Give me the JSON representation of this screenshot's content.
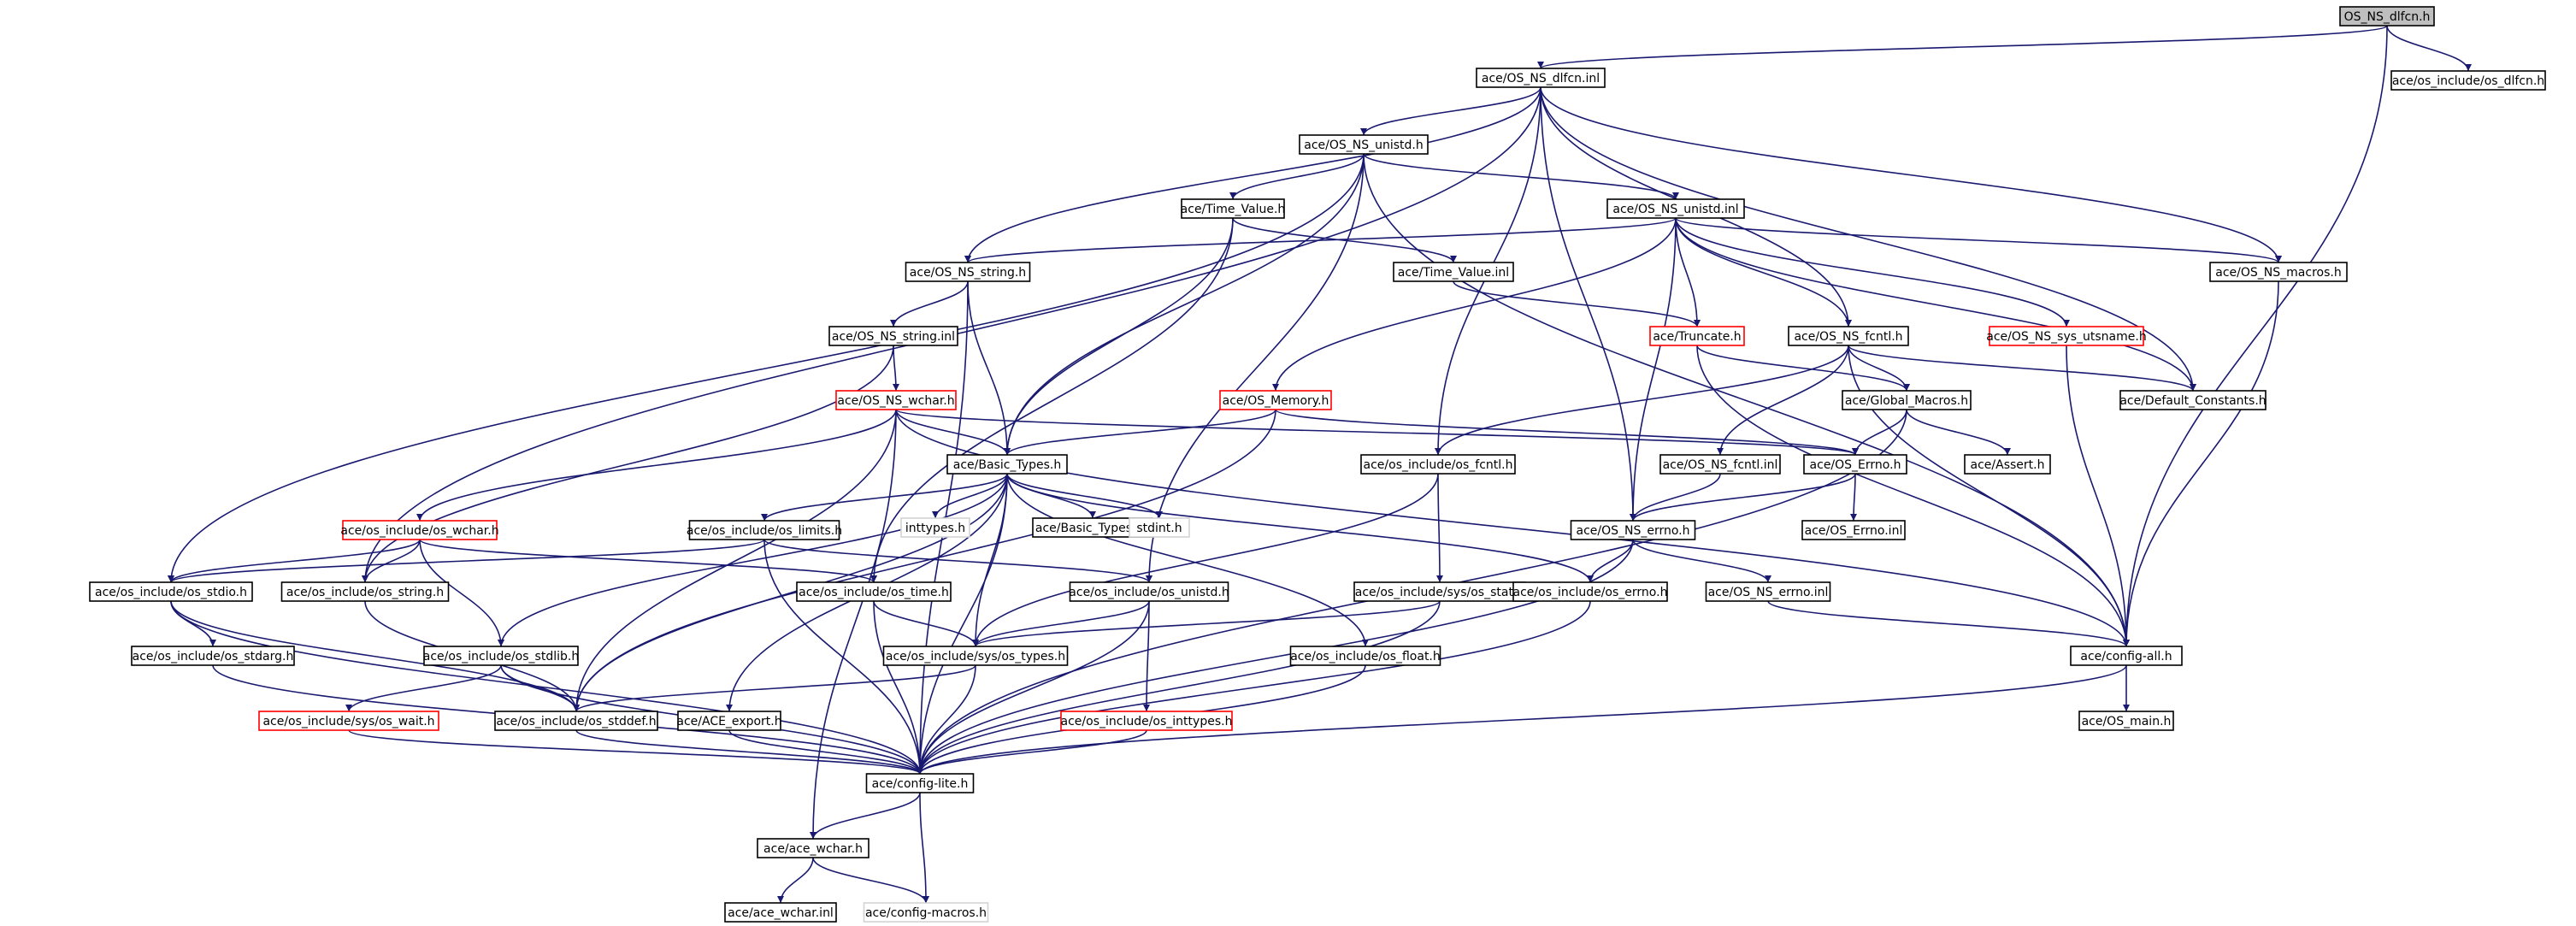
{
  "colors": {
    "edge": "#191970",
    "root_fill": "#bfbfbf",
    "root_border": "#000000",
    "normal_border": "#000000",
    "red_border": "#ff0000",
    "missing_border": "#d3d3d3",
    "missing_text": "#808080",
    "background": "#ffffff"
  },
  "nodes": [
    {
      "id": "root",
      "label": "OS_NS_dlfcn.h",
      "style": "root"
    },
    {
      "id": "dlfcn_inl",
      "label": "ace/OS_NS_dlfcn.inl",
      "style": "normal"
    },
    {
      "id": "os_dlfcn",
      "label": "ace/os_include/os_dlfcn.h",
      "style": "normal"
    },
    {
      "id": "unistd_h",
      "label": "ace/OS_NS_unistd.h",
      "style": "normal"
    },
    {
      "id": "timeval_h",
      "label": "ace/Time_Value.h",
      "style": "normal"
    },
    {
      "id": "unistd_inl",
      "label": "ace/OS_NS_unistd.inl",
      "style": "normal"
    },
    {
      "id": "string_h",
      "label": "ace/OS_NS_string.h",
      "style": "normal"
    },
    {
      "id": "timeval_inl",
      "label": "ace/Time_Value.inl",
      "style": "normal"
    },
    {
      "id": "macros_h",
      "label": "ace/OS_NS_macros.h",
      "style": "normal"
    },
    {
      "id": "string_inl",
      "label": "ace/OS_NS_string.inl",
      "style": "normal"
    },
    {
      "id": "truncate_h",
      "label": "ace/Truncate.h",
      "style": "red"
    },
    {
      "id": "fcntl_h",
      "label": "ace/OS_NS_fcntl.h",
      "style": "normal"
    },
    {
      "id": "utsname_h",
      "label": "ace/OS_NS_sys_utsname.h",
      "style": "red"
    },
    {
      "id": "wchar_h",
      "label": "ace/OS_NS_wchar.h",
      "style": "red"
    },
    {
      "id": "memory_h",
      "label": "ace/OS_Memory.h",
      "style": "red"
    },
    {
      "id": "globalmacros_h",
      "label": "ace/Global_Macros.h",
      "style": "normal"
    },
    {
      "id": "defconst_h",
      "label": "ace/Default_Constants.h",
      "style": "normal"
    },
    {
      "id": "basictypes_h",
      "label": "ace/Basic_Types.h",
      "style": "normal"
    },
    {
      "id": "os_fcntl_h",
      "label": "ace/os_include/os_fcntl.h",
      "style": "normal"
    },
    {
      "id": "fcntl_inl",
      "label": "ace/OS_NS_fcntl.inl",
      "style": "normal"
    },
    {
      "id": "errno_osh",
      "label": "ace/OS_Errno.h",
      "style": "normal"
    },
    {
      "id": "assert_h",
      "label": "ace/Assert.h",
      "style": "normal"
    },
    {
      "id": "os_wchar_h",
      "label": "ace/os_include/os_wchar.h",
      "style": "red"
    },
    {
      "id": "os_limits_h",
      "label": "ace/os_include/os_limits.h",
      "style": "normal"
    },
    {
      "id": "inttypes_h",
      "label": "inttypes.h",
      "style": "missing"
    },
    {
      "id": "basictypes_inl",
      "label": "ace/Basic_Types.inl",
      "style": "normal"
    },
    {
      "id": "stdint_h",
      "label": "stdint.h",
      "style": "missing"
    },
    {
      "id": "nserrno_h",
      "label": "ace/OS_NS_errno.h",
      "style": "normal"
    },
    {
      "id": "errno_osinl",
      "label": "ace/OS_Errno.inl",
      "style": "normal"
    },
    {
      "id": "os_stdio_h",
      "label": "ace/os_include/os_stdio.h",
      "style": "normal"
    },
    {
      "id": "os_string_h",
      "label": "ace/os_include/os_string.h",
      "style": "normal"
    },
    {
      "id": "os_time_h",
      "label": "ace/os_include/os_time.h",
      "style": "normal"
    },
    {
      "id": "os_unistd_h",
      "label": "ace/os_include/os_unistd.h",
      "style": "normal"
    },
    {
      "id": "os_stat_h",
      "label": "ace/os_include/sys/os_stat.h",
      "style": "normal"
    },
    {
      "id": "os_errno_h",
      "label": "ace/os_include/os_errno.h",
      "style": "normal"
    },
    {
      "id": "nserrno_inl",
      "label": "ace/OS_NS_errno.inl",
      "style": "normal"
    },
    {
      "id": "os_stdarg_h",
      "label": "ace/os_include/os_stdarg.h",
      "style": "normal"
    },
    {
      "id": "os_stdlib_h",
      "label": "ace/os_include/os_stdlib.h",
      "style": "normal"
    },
    {
      "id": "os_types_h",
      "label": "ace/os_include/sys/os_types.h",
      "style": "normal"
    },
    {
      "id": "os_float_h",
      "label": "ace/os_include/os_float.h",
      "style": "normal"
    },
    {
      "id": "configall_h",
      "label": "ace/config-all.h",
      "style": "normal"
    },
    {
      "id": "os_wait_h",
      "label": "ace/os_include/sys/os_wait.h",
      "style": "red"
    },
    {
      "id": "os_stddef_h",
      "label": "ace/os_include/os_stddef.h",
      "style": "normal"
    },
    {
      "id": "aceexport_h",
      "label": "ace/ACE_export.h",
      "style": "normal"
    },
    {
      "id": "os_inttypes_h",
      "label": "ace/os_include/os_inttypes.h",
      "style": "red"
    },
    {
      "id": "osmain_h",
      "label": "ace/OS_main.h",
      "style": "normal"
    },
    {
      "id": "configlite_h",
      "label": "ace/config-lite.h",
      "style": "normal"
    },
    {
      "id": "acewchar_h",
      "label": "ace/ace_wchar.h",
      "style": "normal"
    },
    {
      "id": "acewchar_inl",
      "label": "ace/ace_wchar.inl",
      "style": "normal"
    },
    {
      "id": "configmacros_h",
      "label": "ace/config-macros.h",
      "style": "missing"
    }
  ],
  "edges": [
    [
      "root",
      "dlfcn_inl"
    ],
    [
      "root",
      "os_dlfcn"
    ],
    [
      "root",
      "configall_h"
    ],
    [
      "dlfcn_inl",
      "unistd_h"
    ],
    [
      "dlfcn_inl",
      "string_h"
    ],
    [
      "dlfcn_inl",
      "fcntl_h"
    ],
    [
      "dlfcn_inl",
      "macros_h"
    ],
    [
      "dlfcn_inl",
      "defconst_h"
    ],
    [
      "dlfcn_inl",
      "nserrno_h"
    ],
    [
      "dlfcn_inl",
      "os_fcntl_h"
    ],
    [
      "dlfcn_inl",
      "os_string_h"
    ],
    [
      "unistd_h",
      "timeval_h"
    ],
    [
      "unistd_h",
      "unistd_inl"
    ],
    [
      "unistd_h",
      "basictypes_h"
    ],
    [
      "unistd_h",
      "os_unistd_h"
    ],
    [
      "unistd_h",
      "os_stdio_h"
    ],
    [
      "unistd_h",
      "configall_h"
    ],
    [
      "timeval_h",
      "timeval_inl"
    ],
    [
      "timeval_h",
      "basictypes_h"
    ],
    [
      "timeval_h",
      "os_time_h"
    ],
    [
      "timeval_inl",
      "truncate_h"
    ],
    [
      "unistd_inl",
      "string_h"
    ],
    [
      "unistd_inl",
      "macros_h"
    ],
    [
      "unistd_inl",
      "truncate_h"
    ],
    [
      "unistd_inl",
      "fcntl_h"
    ],
    [
      "unistd_inl",
      "utsname_h"
    ],
    [
      "unistd_inl",
      "memory_h"
    ],
    [
      "unistd_inl",
      "nserrno_h"
    ],
    [
      "unistd_inl",
      "defconst_h"
    ],
    [
      "string_h",
      "string_inl"
    ],
    [
      "string_h",
      "basictypes_h"
    ],
    [
      "string_h",
      "configlite_h"
    ],
    [
      "string_inl",
      "wchar_h"
    ],
    [
      "string_inl",
      "os_string_h"
    ],
    [
      "macros_h",
      "configall_h"
    ],
    [
      "truncate_h",
      "globalmacros_h"
    ],
    [
      "truncate_h",
      "configall_h"
    ],
    [
      "fcntl_h",
      "globalmacros_h"
    ],
    [
      "fcntl_h",
      "defconst_h"
    ],
    [
      "fcntl_h",
      "fcntl_inl"
    ],
    [
      "fcntl_h",
      "os_fcntl_h"
    ],
    [
      "fcntl_h",
      "configall_h"
    ],
    [
      "utsname_h",
      "configall_h"
    ],
    [
      "wchar_h",
      "basictypes_h"
    ],
    [
      "wchar_h",
      "os_wchar_h"
    ],
    [
      "wchar_h",
      "acewchar_h"
    ],
    [
      "wchar_h",
      "os_stddef_h"
    ],
    [
      "wchar_h",
      "errno_osh"
    ],
    [
      "wchar_h",
      "configall_h"
    ],
    [
      "memory_h",
      "basictypes_h"
    ],
    [
      "memory_h",
      "os_stddef_h"
    ],
    [
      "memory_h",
      "errno_osh"
    ],
    [
      "globalmacros_h",
      "errno_osh"
    ],
    [
      "globalmacros_h",
      "assert_h"
    ],
    [
      "globalmacros_h",
      "configlite_h"
    ],
    [
      "basictypes_h",
      "os_limits_h"
    ],
    [
      "basictypes_h",
      "inttypes_h"
    ],
    [
      "basictypes_h",
      "basictypes_inl"
    ],
    [
      "basictypes_h",
      "stdint_h"
    ],
    [
      "basictypes_h",
      "os_types_h"
    ],
    [
      "basictypes_h",
      "os_stdlib_h"
    ],
    [
      "basictypes_h",
      "os_stddef_h"
    ],
    [
      "basictypes_h",
      "aceexport_h"
    ],
    [
      "basictypes_h",
      "os_float_h"
    ],
    [
      "basictypes_h",
      "configlite_h"
    ],
    [
      "basictypes_h",
      "os_errno_h"
    ],
    [
      "os_fcntl_h",
      "os_stat_h"
    ],
    [
      "os_fcntl_h",
      "os_types_h"
    ],
    [
      "fcntl_inl",
      "nserrno_h"
    ],
    [
      "errno_osh",
      "nserrno_h"
    ],
    [
      "errno_osh",
      "errno_osinl"
    ],
    [
      "os_wchar_h",
      "os_stdio_h"
    ],
    [
      "os_wchar_h",
      "os_string_h"
    ],
    [
      "os_wchar_h",
      "os_stdlib_h"
    ],
    [
      "os_wchar_h",
      "os_time_h"
    ],
    [
      "os_limits_h",
      "os_unistd_h"
    ],
    [
      "os_limits_h",
      "os_stdio_h"
    ],
    [
      "os_limits_h",
      "configlite_h"
    ],
    [
      "nserrno_h",
      "os_errno_h"
    ],
    [
      "nserrno_h",
      "nserrno_inl"
    ],
    [
      "nserrno_h",
      "configlite_h"
    ],
    [
      "os_stdio_h",
      "os_stdarg_h"
    ],
    [
      "os_stdio_h",
      "os_stddef_h"
    ],
    [
      "os_stdio_h",
      "configlite_h"
    ],
    [
      "os_string_h",
      "os_stddef_h"
    ],
    [
      "os_time_h",
      "os_types_h"
    ],
    [
      "os_time_h",
      "configlite_h"
    ],
    [
      "os_unistd_h",
      "os_types_h"
    ],
    [
      "os_unistd_h",
      "os_inttypes_h"
    ],
    [
      "os_unistd_h",
      "configlite_h"
    ],
    [
      "os_stat_h",
      "os_types_h"
    ],
    [
      "os_stat_h",
      "configlite_h"
    ],
    [
      "os_errno_h",
      "configlite_h"
    ],
    [
      "nserrno_inl",
      "configall_h"
    ],
    [
      "os_stdarg_h",
      "configlite_h"
    ],
    [
      "os_stdlib_h",
      "os_wait_h"
    ],
    [
      "os_stdlib_h",
      "os_stddef_h"
    ],
    [
      "os_stdlib_h",
      "configlite_h"
    ],
    [
      "os_types_h",
      "os_stddef_h"
    ],
    [
      "os_types_h",
      "configlite_h"
    ],
    [
      "os_float_h",
      "configlite_h"
    ],
    [
      "configall_h",
      "osmain_h"
    ],
    [
      "configall_h",
      "configlite_h"
    ],
    [
      "os_wait_h",
      "configlite_h"
    ],
    [
      "os_stddef_h",
      "configlite_h"
    ],
    [
      "aceexport_h",
      "configlite_h"
    ],
    [
      "os_inttypes_h",
      "configlite_h"
    ],
    [
      "configlite_h",
      "acewchar_h"
    ],
    [
      "configlite_h",
      "configmacros_h"
    ],
    [
      "acewchar_h",
      "acewchar_inl"
    ],
    [
      "acewchar_h",
      "configmacros_h"
    ]
  ]
}
